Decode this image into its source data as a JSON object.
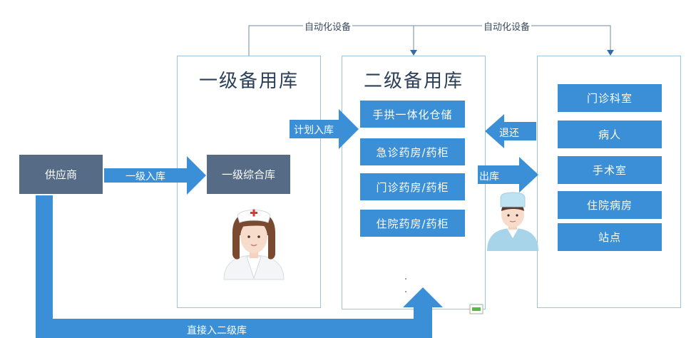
{
  "top_labels": {
    "left": "自动化设备",
    "right": "自动化设备"
  },
  "supplier": "供应商",
  "level1": {
    "title": "一级备用库",
    "warehouse": "一级综合库"
  },
  "level2": {
    "title": "二级备用库",
    "items": [
      "手拱一体化仓储",
      "急诊药房/药柜",
      "门诊药房/药柜",
      "住院药房/药柜"
    ]
  },
  "departments": [
    "门诊科室",
    "病人",
    "手术室",
    "住院病房",
    "站点"
  ],
  "arrows": {
    "level1_in": "一级入库",
    "plan_in": "计划入库",
    "return": "退还",
    "out": "出库",
    "direct": "直接入二级库"
  },
  "colors": {
    "arrow_blue": "#3b8fd6",
    "dark_box": "#556b86",
    "panel_border": "#9ec3df",
    "nurse_hat": "#bfe2f3",
    "nurse_cross": "#e0343b"
  }
}
